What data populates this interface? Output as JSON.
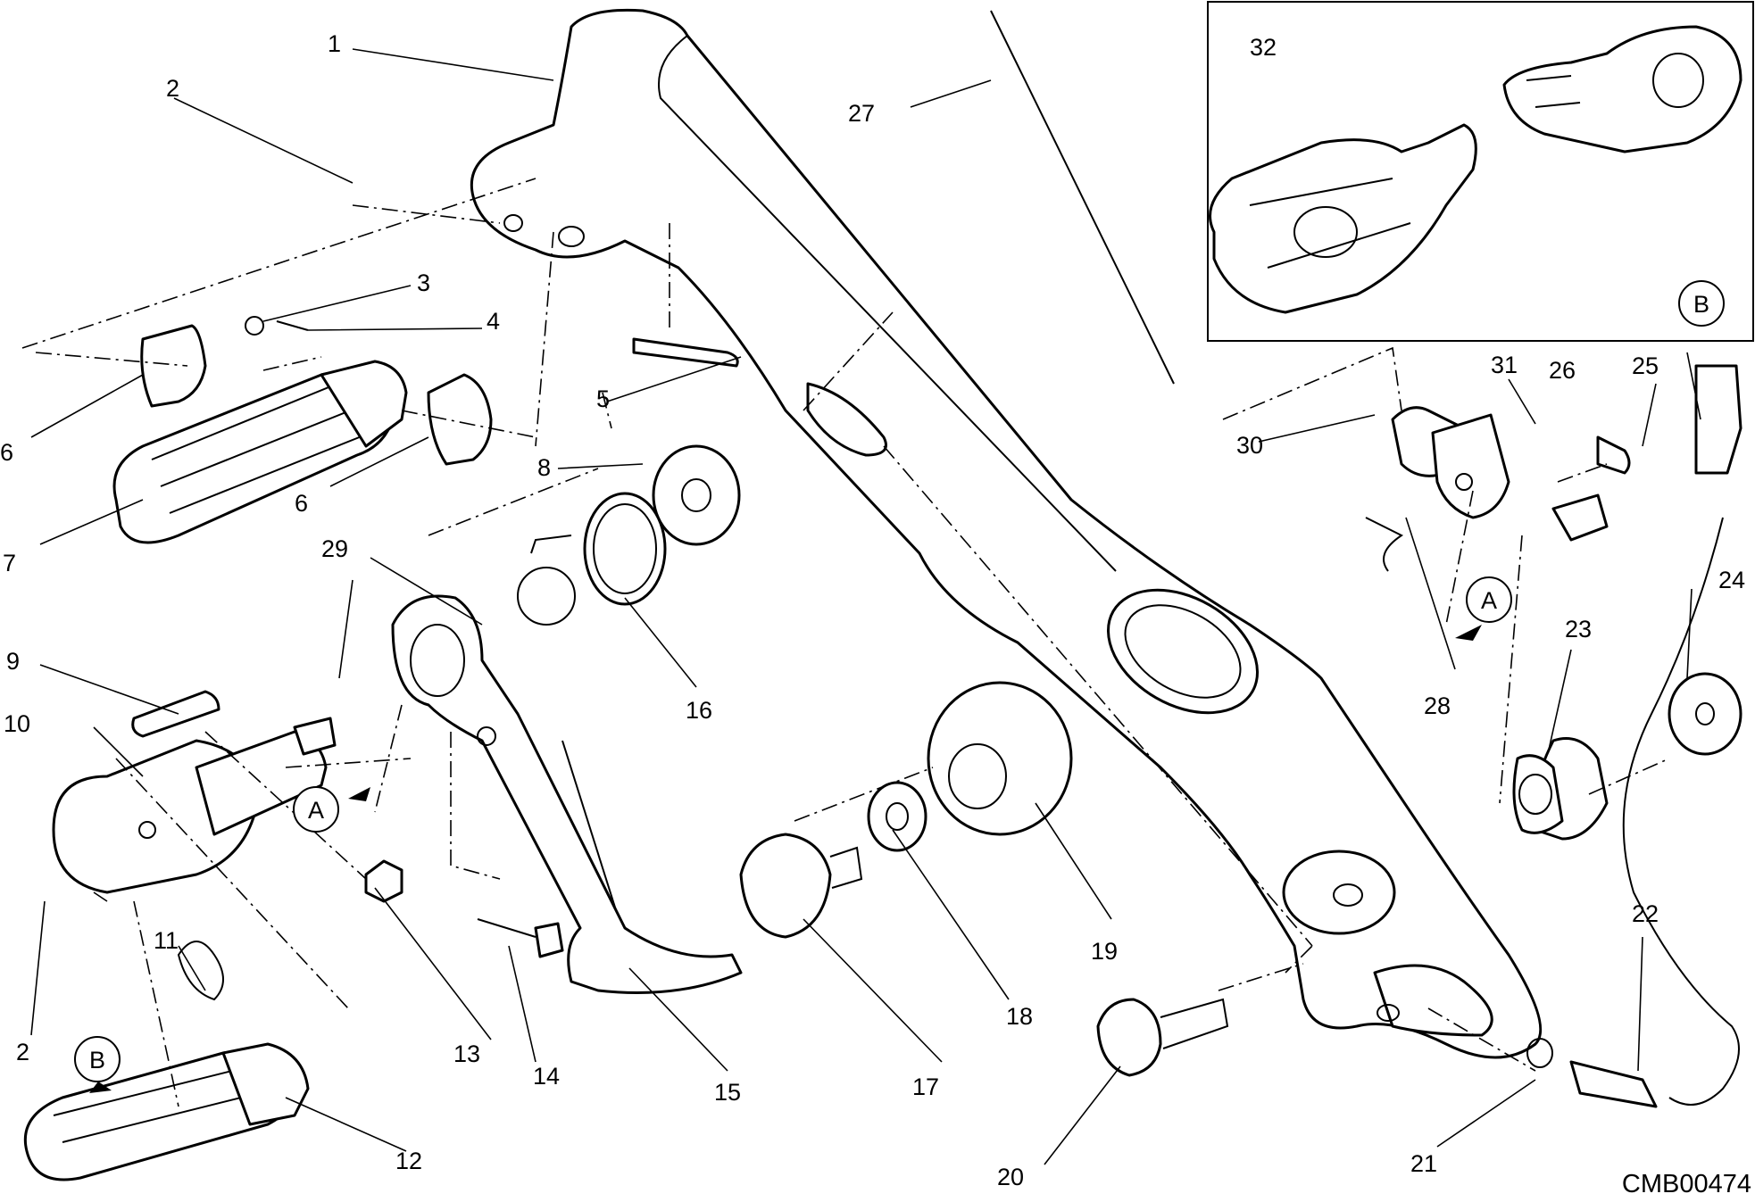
{
  "diagram": {
    "callouts": [
      "1",
      "2",
      "3",
      "4",
      "5",
      "6",
      "6",
      "7",
      "8",
      "9",
      "10",
      "11",
      "2",
      "12",
      "13",
      "14",
      "15",
      "16",
      "17",
      "18",
      "19",
      "20",
      "21",
      "22",
      "23",
      "24",
      "25",
      "26",
      "27",
      "28",
      "29",
      "30",
      "31",
      "32"
    ],
    "view_markers": {
      "a": "A",
      "b": "B"
    },
    "drawing_code": "CMB00474"
  }
}
